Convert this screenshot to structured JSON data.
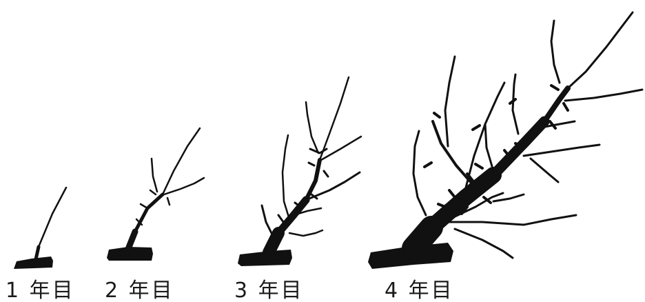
{
  "stages": [
    {
      "id": "year-1",
      "label": "1 年目"
    },
    {
      "id": "year-2",
      "label": "2 年目"
    },
    {
      "id": "year-3",
      "label": "3 年目"
    },
    {
      "id": "year-4",
      "label": "4 年目"
    }
  ],
  "colors": {
    "ink": "#111111",
    "background": "#ffffff"
  }
}
